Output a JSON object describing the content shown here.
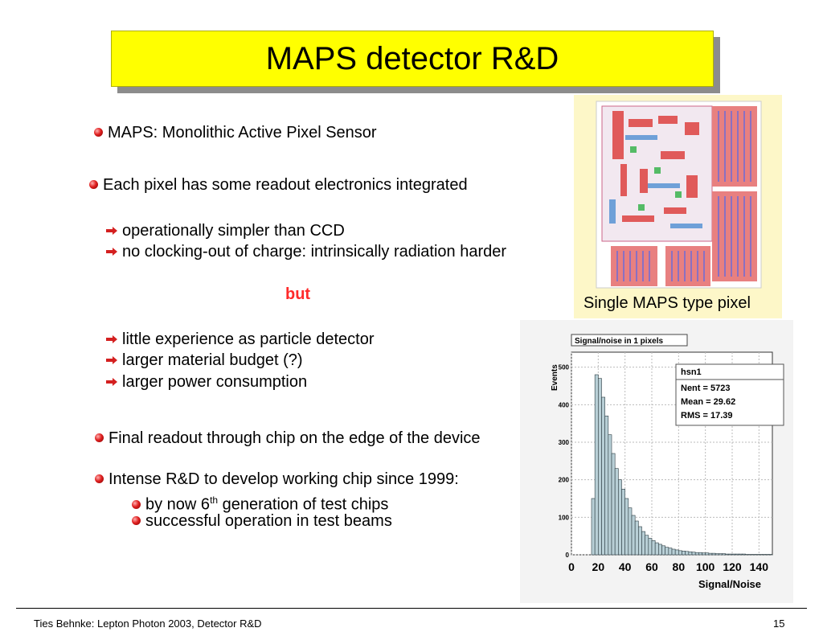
{
  "slide": {
    "title": "MAPS detector R&D",
    "bullets": {
      "b1": "MAPS: Monolithic Active Pixel Sensor",
      "b2": "Each pixel has some readout electronics integrated",
      "a1": "operationally simpler than CCD",
      "a2": "no clocking-out of charge: intrinsically radiation harder",
      "but": "but",
      "a3": "little experience as particle detector",
      "a4": "larger material budget (?)",
      "a5": "larger power consumption",
      "b3": "Final readout through chip on the edge of the device",
      "b4": "Intense R&D to develop working chip since 1999:",
      "s1_pre": "by now 6",
      "s1_sup": "th",
      "s1_post": " generation of test chips",
      "s2": "successful operation in test beams"
    },
    "pixel_caption": "Single MAPS type pixel",
    "footer_left": "Ties Behnke: Lepton Photon 2003, Detector R&D",
    "footer_right": "15",
    "colors": {
      "title_bg": "#ffff00",
      "accent_red": "#ff2a2a",
      "bar_fill": "#b8cfd6"
    }
  },
  "chart_data": {
    "type": "bar",
    "title": "Signal/noise in 1 pixels",
    "xlabel": "Signal/Noise",
    "ylabel": "Events",
    "xlim": [
      0,
      150
    ],
    "ylim": [
      0,
      540
    ],
    "xticks": [
      "0",
      "20",
      "40",
      "60",
      "80",
      "100",
      "120",
      "140"
    ],
    "yticks": [
      "0",
      "100",
      "200",
      "300",
      "400",
      "500"
    ],
    "stats": {
      "name": "hsn1",
      "nent_label": "Nent = 5723",
      "mean_label": "Mean  =  29.62",
      "rms_label": "RMS   =  17.39"
    },
    "bin_width": 2.5,
    "bins_start": 0,
    "values": [
      0,
      0,
      0,
      0,
      0,
      0,
      150,
      480,
      470,
      420,
      370,
      320,
      270,
      230,
      200,
      175,
      150,
      125,
      105,
      90,
      75,
      62,
      52,
      44,
      38,
      32,
      28,
      24,
      20,
      18,
      15,
      13,
      11,
      10,
      9,
      8,
      7,
      6,
      6,
      5,
      5,
      4,
      4,
      3,
      3,
      3,
      2,
      2,
      2,
      2,
      2,
      2,
      1,
      1,
      1,
      1,
      1,
      1,
      1,
      1
    ]
  }
}
